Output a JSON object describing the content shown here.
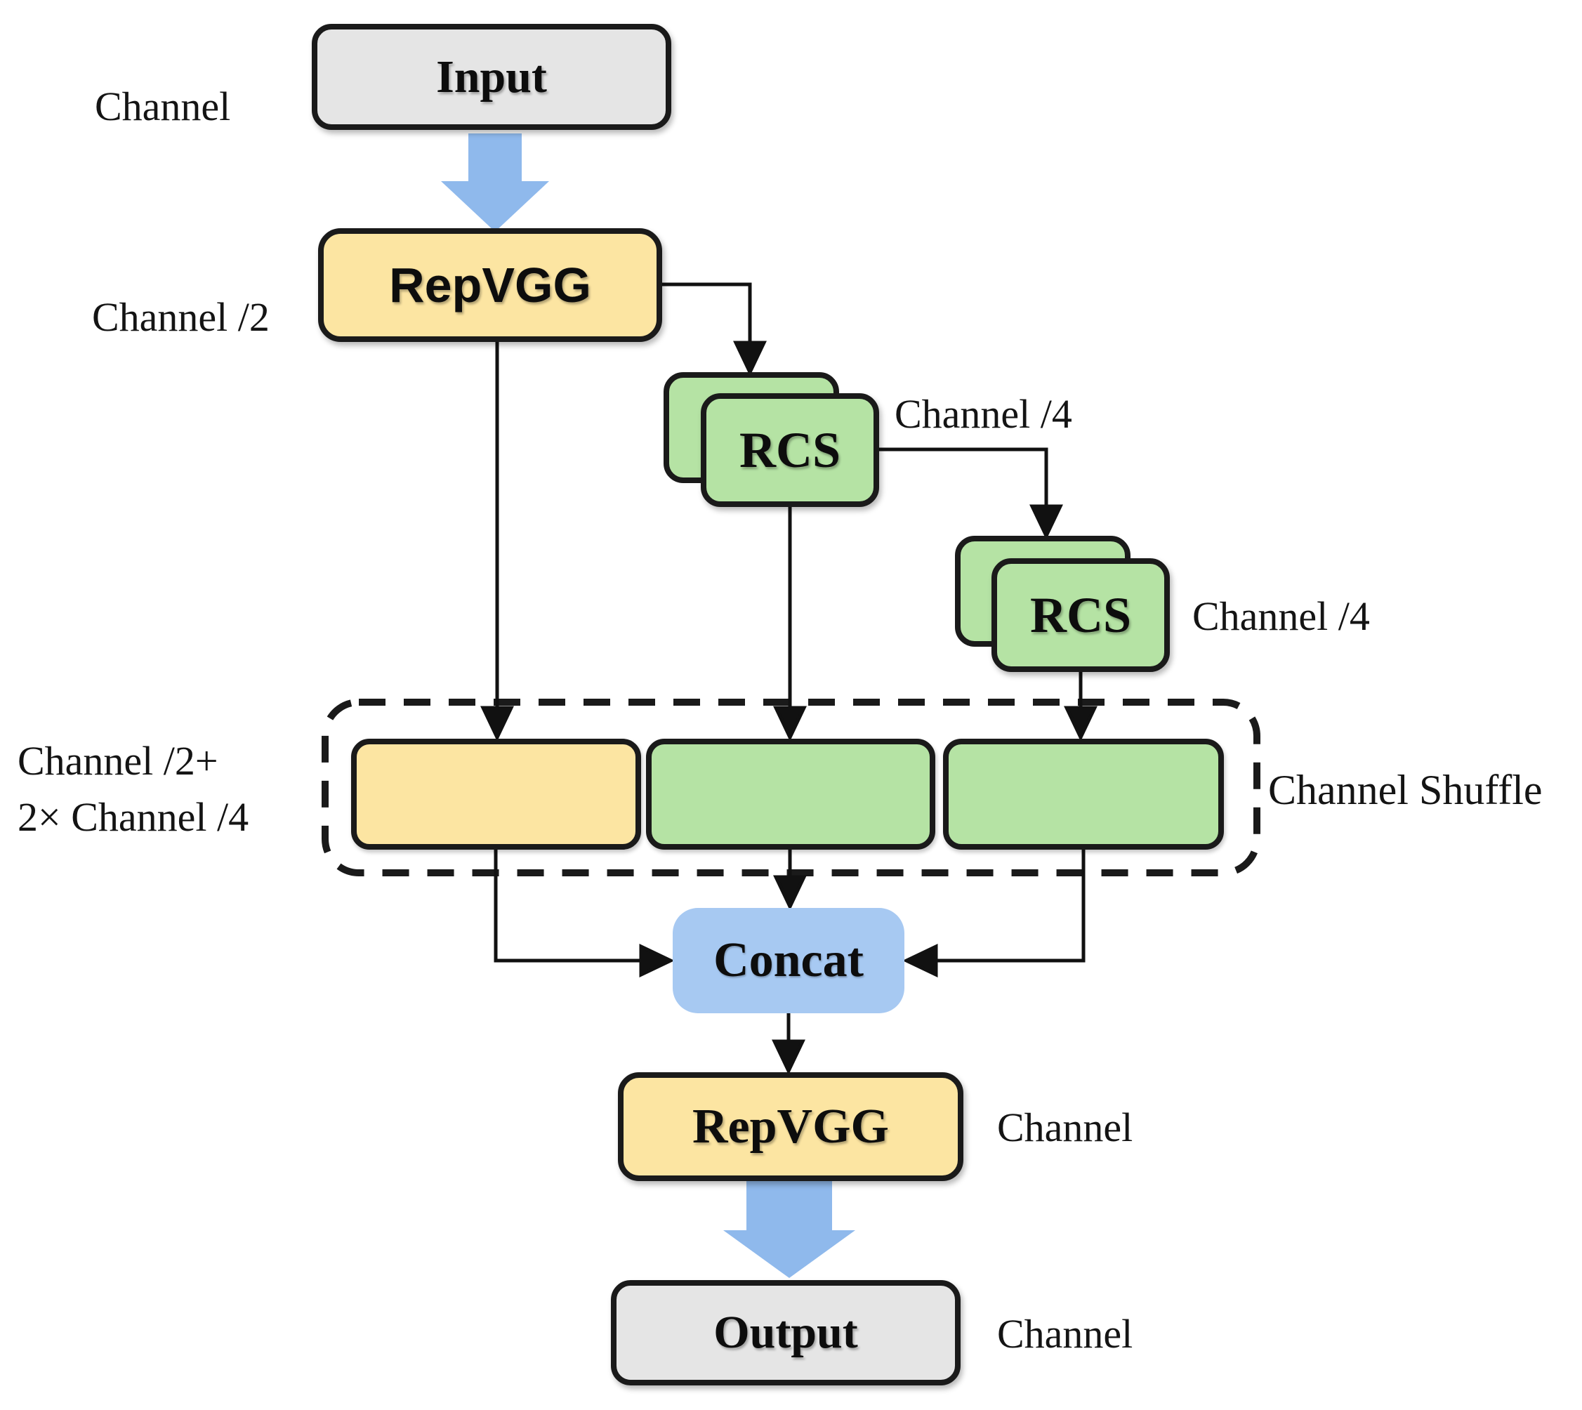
{
  "colors": {
    "node_gray": "#e5e5e5",
    "node_yellow": "#fce5a2",
    "node_green": "#b5e3a4",
    "node_blue": "#a7c9f2",
    "thick_arrow_blue": "#8fb9ec",
    "outline_black": "#1a1a1a",
    "connector_black": "#111111"
  },
  "nodes": {
    "input": "Input",
    "repvgg_top": "RepVGG",
    "rcs1": "RCS",
    "rcs2": "RCS",
    "concat": "Concat",
    "repvgg_bottom": "RepVGG",
    "output": "Output"
  },
  "labels": {
    "channel_input": "Channel",
    "channel_half": "Channel /2",
    "channel_quarter_rcs1": "Channel /4",
    "channel_quarter_rcs2": "Channel /4",
    "shuffle_sum_line1": "Channel /2+",
    "shuffle_sum_line2": "2× Channel /4",
    "channel_shuffle": "Channel Shuffle",
    "channel_repvgg_bottom": "Channel",
    "channel_output": "Channel"
  }
}
